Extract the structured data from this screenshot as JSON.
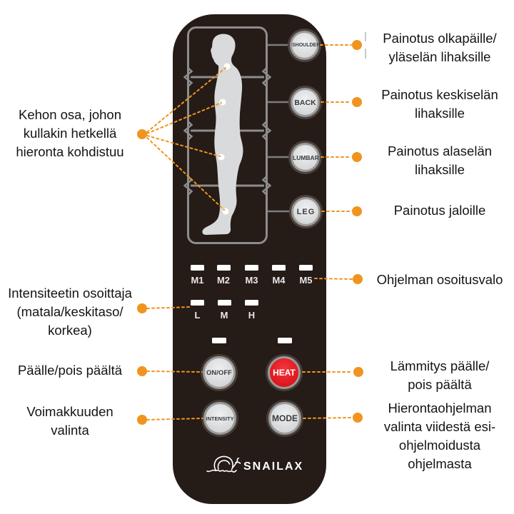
{
  "colors": {
    "accent_orange": "#F0941F",
    "heat_red": "#E2171E",
    "remote_body": "#251B17",
    "panel_outline": "#8D8D8D",
    "silhouette": "#D9DADB",
    "indicator_white": "#FFFFFF",
    "annotation_text": "#141414"
  },
  "remote": {
    "zone_buttons": [
      {
        "label": "SHOULDER"
      },
      {
        "label": "BACK"
      },
      {
        "label": "LUMBAR"
      },
      {
        "label": "LEG"
      }
    ],
    "program_indicators": {
      "labels": [
        "M1",
        "M2",
        "M3",
        "M4",
        "M5"
      ]
    },
    "level_indicators": {
      "labels": [
        "L",
        "M",
        "H"
      ]
    },
    "control_buttons": [
      {
        "label": "ON/OFF"
      },
      {
        "label": "HEAT"
      },
      {
        "label": "INTENSITY"
      },
      {
        "label": "MODE"
      }
    ],
    "brand": "SNAILAX"
  },
  "annotations": {
    "left": [
      {
        "text": "Kehon osa, johon\nkullakin hetkellä\nhieronta kohdistuu"
      },
      {
        "text": "Intensiteetin osoittaja\n(matala/keskitaso/\nkorkea)"
      },
      {
        "text": "Päälle/pois päältä"
      },
      {
        "text": "Voimakkuuden\nvalinta"
      }
    ],
    "right": [
      {
        "text": "Painotus olkapäille/\nyläselän lihaksille"
      },
      {
        "text": "Painotus keskiselän\nlihaksille"
      },
      {
        "text": "Painotus alaselän\nlihaksille"
      },
      {
        "text": "Painotus jaloille"
      },
      {
        "text": "Ohjelman osoitusvalo"
      },
      {
        "text": "Lämmitys päälle/\npois päältä"
      },
      {
        "text": "Hierontaohjelman\nvalinta viidestä esi-\nohjelmoidusta\nohjelmasta"
      }
    ]
  }
}
